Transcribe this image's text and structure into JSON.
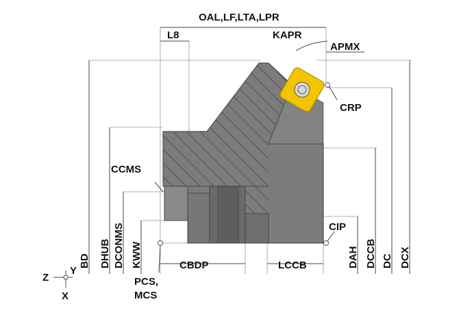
{
  "labels": {
    "oal": "OAL,LF,LTA,LPR",
    "l8": "L8",
    "kapr": "KAPR",
    "apmx": "APMX",
    "crp": "CRP",
    "ccms": "CCMS",
    "cip": "CIP",
    "bd": "BD",
    "dhub": "DHUB",
    "dconms": "DCONMS",
    "kww": "KWW",
    "cbdp": "CBDP",
    "lccb": "LCCB",
    "dah": "DAH",
    "dccb": "DCCB",
    "dc": "DC",
    "dcx": "DCX",
    "pcs": "PCS,",
    "mcs": "MCS",
    "axis_z": "Z",
    "axis_y": "Y",
    "axis_x": "X"
  },
  "colors": {
    "body": "#7c7c7c",
    "body_dark": "#5e5e5e",
    "insert": "#f4c400",
    "insert_edge": "#b08a00"
  }
}
